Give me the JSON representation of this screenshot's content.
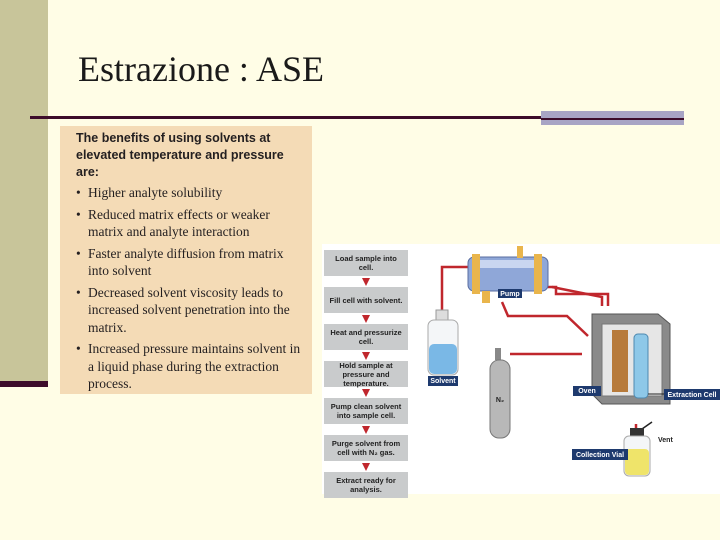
{
  "slide": {
    "title": "Estrazione : ASE"
  },
  "benefits": {
    "heading": "The benefits of using solvents at elevated temperature and pressure are:",
    "items": [
      "Higher analyte solubility",
      "Reduced matrix effects or weaker matrix and analyte interaction",
      "Faster analyte diffusion from matrix into solvent",
      "Decreased solvent viscosity leads to increased solvent penetration into the matrix.",
      "Increased pressure maintains solvent in a liquid phase during the extraction process."
    ]
  },
  "steps": [
    "Load sample into cell.",
    "Fill cell with solvent.",
    "Heat and pressurize cell.",
    "Hold sample at pressure and temperature.",
    "Pump clean solvent into sample cell.",
    "Purge solvent from cell with N₂ gas.",
    "Extract ready for analysis."
  ],
  "apparatus_labels": {
    "pump": "Pump",
    "solvent": "Solvent",
    "n2": "N₂",
    "oven": "Oven",
    "extraction_cell": "Extraction Cell",
    "vent": "Vent",
    "collection_vial": "Collection Vial"
  },
  "colors": {
    "background": "#fffde6",
    "benefits_panel": "#f4dbb6",
    "rule": "#3d0c2a",
    "tubing": "#c0272d",
    "step_box": "#c9cbcc"
  }
}
